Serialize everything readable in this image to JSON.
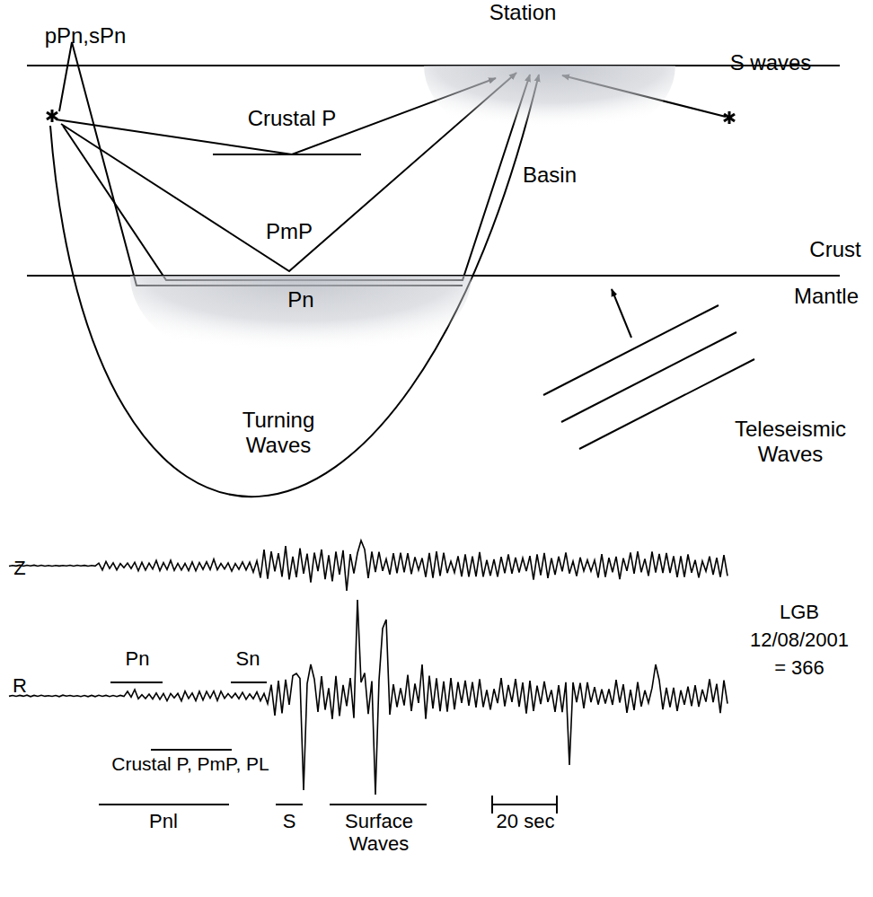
{
  "diagram": {
    "nodes": [
      {
        "text": [
          "Basin"
        ]
      },
      {
        "text": [
          "Pn"
        ]
      }
    ],
    "labels": [
      "Station",
      "pPn,sPn",
      "Crustal P",
      "S waves",
      "PmP",
      "Crust",
      "Mantle",
      "Turning Waves",
      "Teleseismic Waves",
      "Z",
      "LGB",
      "12/08/2001",
      "= 366",
      "R",
      "Pn",
      "Sn",
      "Crustal P, PmP, PL",
      "Pnl",
      "S",
      "Surface Waves",
      "20 sec"
    ]
  }
}
